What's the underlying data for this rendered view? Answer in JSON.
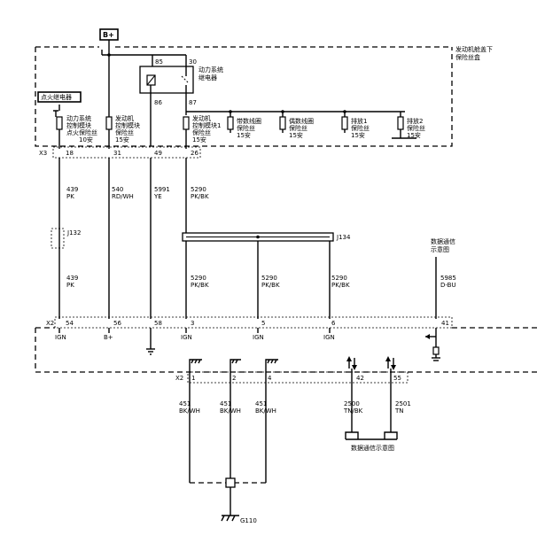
{
  "top_box": {
    "label_line1": "发动机舱盖下",
    "label_line2": "保险丝盒"
  },
  "battery": "B+",
  "ignition_relay_label": "点火继电器",
  "relay": {
    "label_line1": "动力系统",
    "label_line2": "继电器",
    "pins": [
      "85",
      "30",
      "86",
      "87"
    ]
  },
  "fuses": [
    {
      "lines": [
        "动力系统",
        "控制模块",
        "点火保险丝",
        "10安"
      ]
    },
    {
      "lines": [
        "发动机",
        "控制模块",
        "保险丝",
        "15安"
      ]
    },
    {
      "lines": [
        "发动机",
        "控制模块1",
        "保险丝",
        "15安"
      ]
    },
    {
      "lines": [
        "带数线圈",
        "保险丝",
        "15安"
      ]
    },
    {
      "lines": [
        "偶数线圈",
        "保险丝",
        "15安"
      ]
    },
    {
      "lines": [
        "排放1",
        "保险丝",
        "15安"
      ]
    },
    {
      "lines": [
        "排放2",
        "保险丝",
        "15安"
      ]
    }
  ],
  "x3": {
    "name": "X3",
    "pins": [
      "18",
      "31",
      "49",
      "26"
    ]
  },
  "wires_top": [
    {
      "num": "439",
      "color": "PK"
    },
    {
      "num": "540",
      "color": "RD/WH"
    },
    {
      "num": "5991",
      "color": "YE"
    },
    {
      "num": "5290",
      "color": "PK/BK"
    }
  ],
  "j132": "J132",
  "wire_439_lower": {
    "num": "439",
    "color": "PK"
  },
  "j134": "J134",
  "wires_j134": [
    {
      "num": "5290",
      "color": "PK/BK"
    },
    {
      "num": "5290",
      "color": "PK/BK"
    },
    {
      "num": "5290",
      "color": "PK/BK"
    }
  ],
  "data_ref": {
    "line1": "数据通信",
    "line2": "示意图"
  },
  "wire_5985": {
    "num": "5985",
    "color": "D-BU"
  },
  "x2": {
    "name": "X2",
    "pins": [
      "54",
      "56",
      "58",
      "3",
      "5",
      "6",
      "41"
    ],
    "signals": [
      "IGN",
      "B+",
      "IGN",
      "IGN",
      "IGN"
    ]
  },
  "x2_lower": {
    "name": "X2",
    "pins": [
      "1",
      "2",
      "4",
      "42",
      "55"
    ]
  },
  "ground_wires": [
    {
      "num": "451",
      "color": "BK/WH"
    },
    {
      "num": "451",
      "color": "BK/WH"
    },
    {
      "num": "451",
      "color": "BK/WH"
    }
  ],
  "data_wires": [
    {
      "num": "2500",
      "color": "TN/BK"
    },
    {
      "num": "2501",
      "color": "TN"
    }
  ],
  "data_comm_label": "数据通信示意图",
  "ground_id": "G110"
}
